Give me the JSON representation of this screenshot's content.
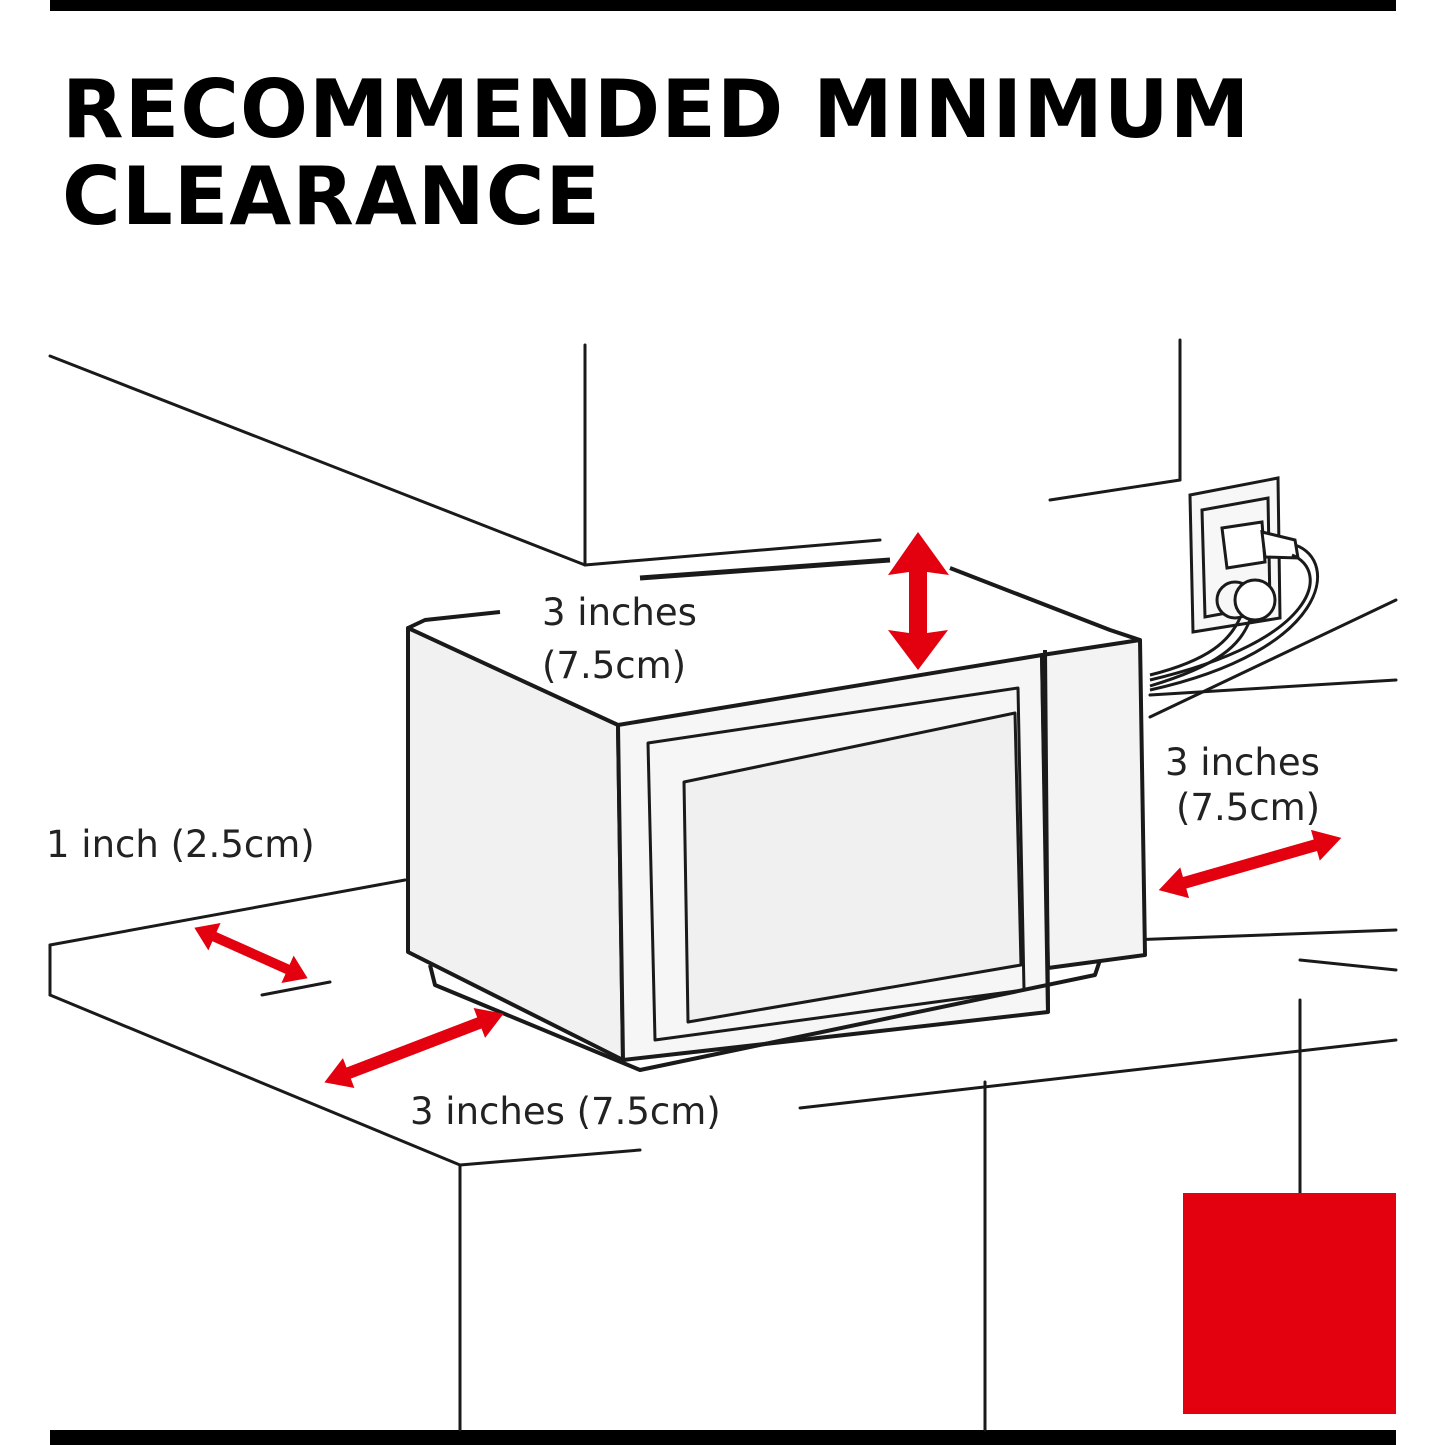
{
  "title": {
    "line1": "RECOMMENDED MINIMUM",
    "line2": "CLEARANCE"
  },
  "clearances": {
    "top": {
      "line1": "3 inches",
      "line2": "(7.5cm)"
    },
    "side_right": {
      "line1": "3 inches",
      "line2": "(7.5cm)"
    },
    "side_left": {
      "text": "1 inch (2.5cm)"
    },
    "back": {
      "text": "3 inches (7.5cm)"
    }
  },
  "colors": {
    "accent": "#e3000f",
    "frame": "#000000",
    "line": "#1a1a1a",
    "oven_fill": "#f4f4f4"
  },
  "icons": [
    "wall-outlet-icon",
    "power-plug-icon",
    "double-arrow-icon",
    "microwave-illustration"
  ]
}
